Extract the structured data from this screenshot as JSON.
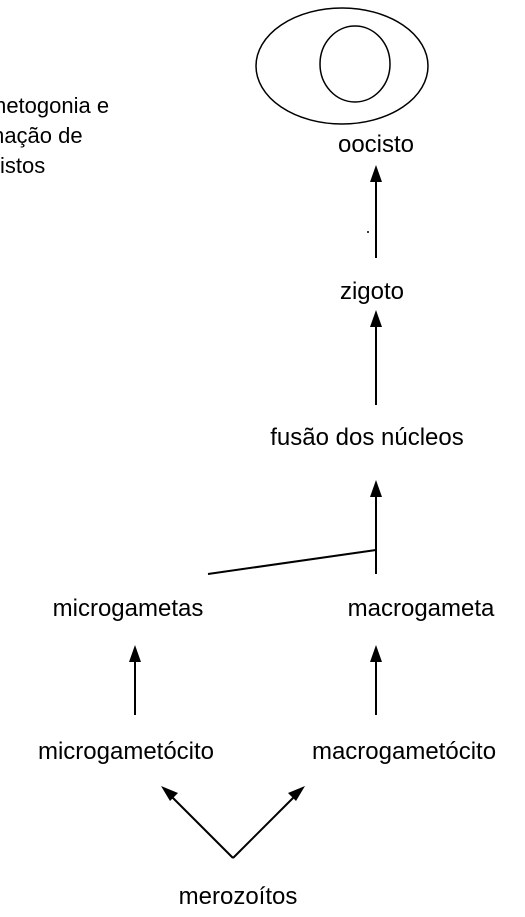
{
  "side_note": {
    "line1": "metogonia e",
    "line2": "mação de",
    "line3": "cistos"
  },
  "nodes": {
    "oocisto": "oocisto",
    "zigoto": "zigoto",
    "fusao": "fusão dos núcleos",
    "microgametas": "microgametas",
    "macrogameta": "macrogameta",
    "microgametocito": "microgametócito",
    "macrogametocito": "macrogametócito",
    "merozoitos": "merozoítos"
  },
  "colors": {
    "stroke": "#000000",
    "background": "#ffffff"
  }
}
